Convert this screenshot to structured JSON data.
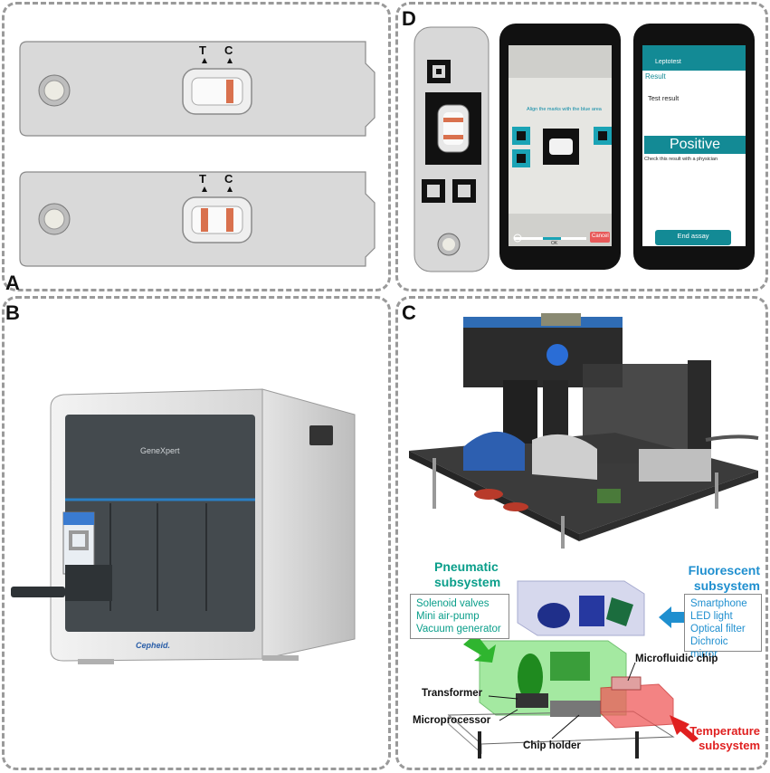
{
  "panels": {
    "a": {
      "label": "A",
      "strip1_marks": [
        "T",
        "C"
      ],
      "strip2_marks": [
        "T",
        "C"
      ]
    },
    "b": {
      "label": "B",
      "brand": "GeneXpert",
      "logo": "Cepheid."
    },
    "c": {
      "label": "C",
      "pneumatic_title_1": "Pneumatic",
      "pneumatic_title_2": "subsystem",
      "pneumatic_items": [
        "Solenoid valves",
        "Mini air-pump",
        "Vacuum generator"
      ],
      "fluorescent_title_1": "Fluorescent",
      "fluorescent_title_2": "subsystem",
      "fluorescent_items": [
        "Smartphone",
        "LED light",
        "Optical filter",
        "Dichroic mirror"
      ],
      "labels": {
        "microfluidic": "Microfluidic chip",
        "transformer": "Transformer",
        "microprocessor": "Microprocessor",
        "chip_holder": "Chip holder",
        "temperature_1": "Temperature",
        "temperature_2": "subsystem"
      }
    },
    "d": {
      "label": "D",
      "phone1": {
        "instruction": "Align the marks with the blue area",
        "slider_label": "OK",
        "cancel": "Cancel"
      },
      "phone2": {
        "app_name": "Leptotest",
        "result_header": "Result",
        "test_result": "Test result",
        "outcome": "Positive",
        "note": "Check this result with a physician",
        "end_button": "End assay"
      }
    }
  },
  "colors": {
    "pneumatic": "#0a9e8a",
    "fluorescent": "#1f8fcf",
    "temperature": "#e02020",
    "teal": "#138a95"
  }
}
